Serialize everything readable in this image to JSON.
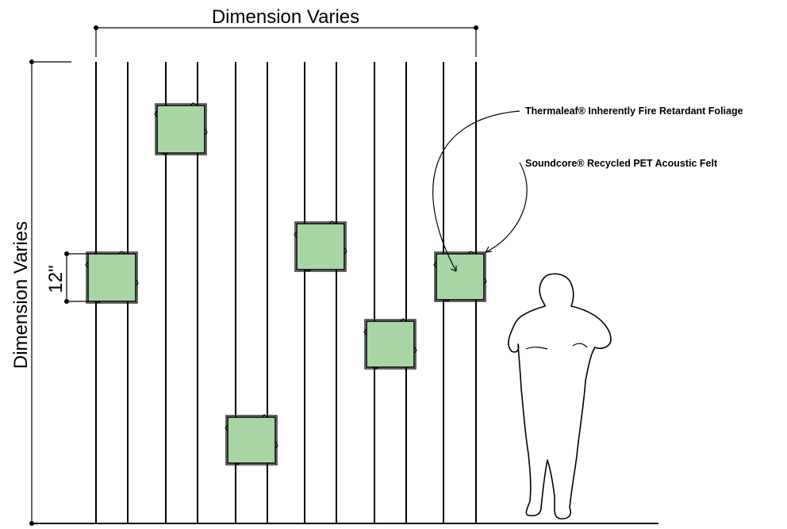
{
  "dimensions": {
    "width_label": "Dimension Varies",
    "height_label": "Dimension Varies",
    "tile_size_label": "12\""
  },
  "callouts": {
    "foliage": "Thermaleaf® Inherently Fire Retardant Foliage",
    "felt": "Soundcore® Recycled PET Acoustic Felt"
  },
  "colors": {
    "tile_green": "#a7d6a4",
    "line": "#000000"
  }
}
